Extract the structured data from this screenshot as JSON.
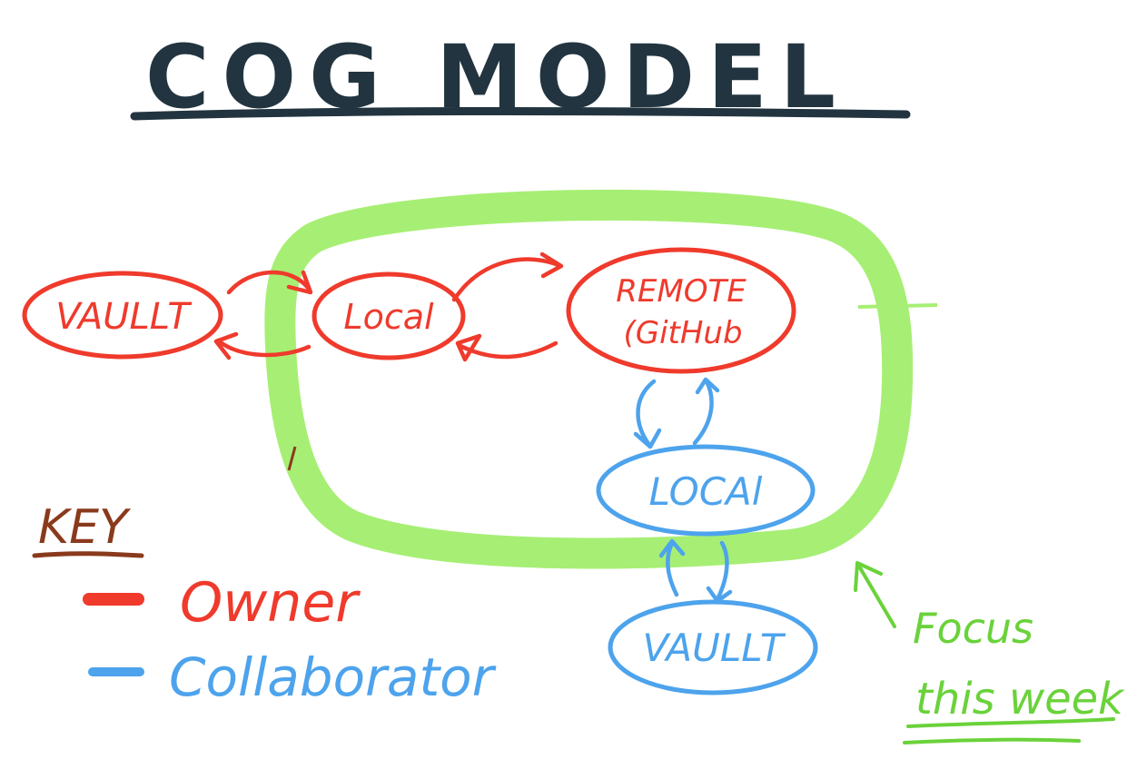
{
  "title": "COG MODEL",
  "colors": {
    "owner": "#ef3a2c",
    "collaborator": "#4da3ec",
    "focus": "#a6ef74",
    "focus_text": "#6ad23a",
    "title": "#22343f",
    "key": "#8a3a1c"
  },
  "nodes": {
    "owner_vault": "VAULLT",
    "owner_local": "Local",
    "remote_line1": "REMOTE",
    "remote_line2": "(GitHub",
    "collab_local": "LOCAl",
    "collab_vault": "VAULLT"
  },
  "key": {
    "heading": "KEY",
    "owner_label": "Owner",
    "collaborator_label": "Collaborator"
  },
  "focus": {
    "line1": "Focus",
    "line2": "this week"
  }
}
